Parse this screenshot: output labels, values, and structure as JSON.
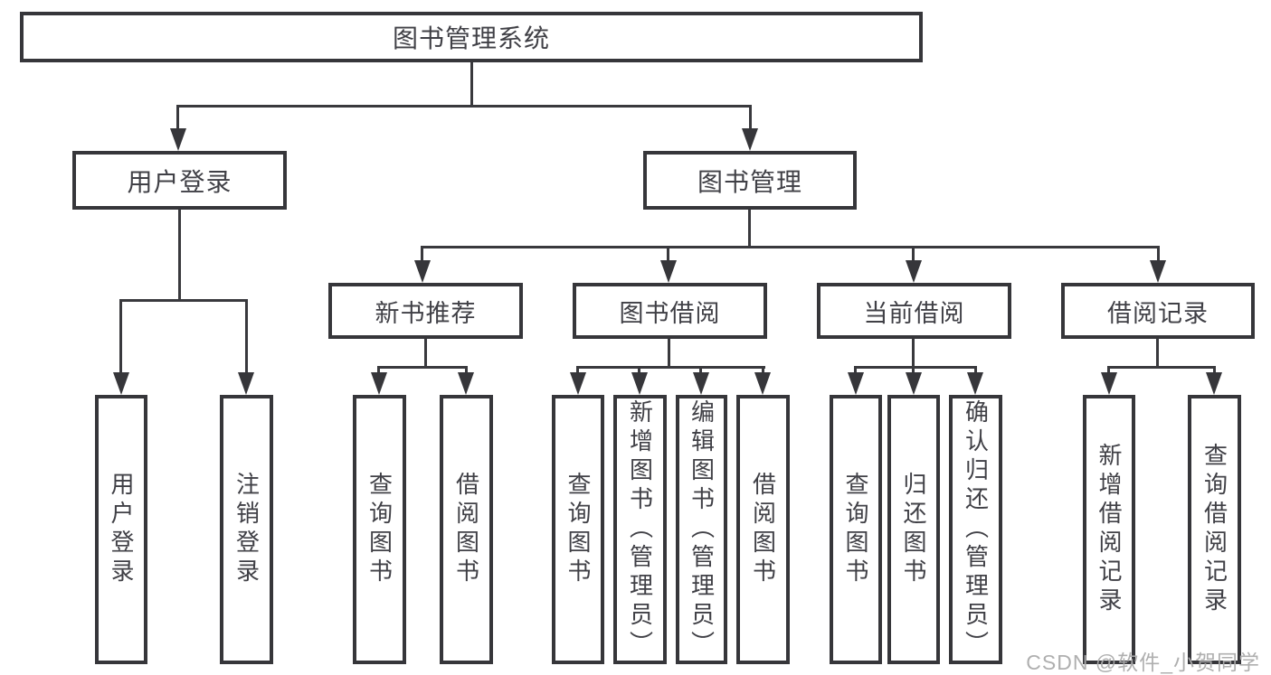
{
  "diagram": {
    "root": "图书管理系统",
    "branches": [
      {
        "label": "用户登录",
        "children": [
          {
            "label": "用户登录"
          },
          {
            "label": "注销登录"
          }
        ]
      },
      {
        "label": "图书管理",
        "children": [
          {
            "label": "新书推荐",
            "children": [
              {
                "label": "查询图书"
              },
              {
                "label": "借阅图书"
              }
            ]
          },
          {
            "label": "图书借阅",
            "children": [
              {
                "label": "查询图书"
              },
              {
                "label": "新增图书（管理员）"
              },
              {
                "label": "编辑图书（管理员）"
              },
              {
                "label": "借阅图书"
              }
            ]
          },
          {
            "label": "当前借阅",
            "children": [
              {
                "label": "查询图书"
              },
              {
                "label": "归还图书"
              },
              {
                "label": "确认归还（管理员）"
              }
            ]
          },
          {
            "label": "借阅记录",
            "children": [
              {
                "label": "新增借阅记录"
              },
              {
                "label": "查询借阅记录"
              }
            ]
          }
        ]
      }
    ],
    "colors": {
      "line": "#39393d",
      "border": "#36363a",
      "text": "#404046",
      "watermark": "#ababab"
    }
  },
  "watermark": {
    "text": "CSDN @软件_小贺同学"
  }
}
